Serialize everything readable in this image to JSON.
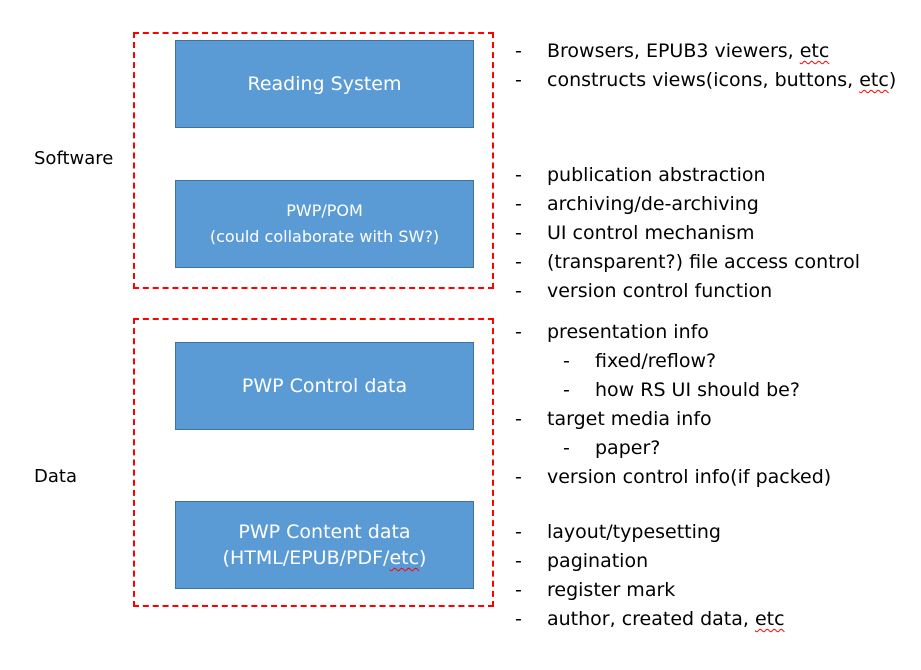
{
  "groups": {
    "software": {
      "label": "Software",
      "blocks": [
        {
          "lines": [
            "Reading System"
          ]
        },
        {
          "lines": [
            "PWP/POM",
            "(could collaborate with SW?)"
          ]
        }
      ]
    },
    "data": {
      "label": "Data",
      "blocks": [
        {
          "lines": [
            "PWP Control data"
          ]
        },
        {
          "lines": [
            "PWP Content data",
            "(HTML/EPUB/PDF/",
            "etc",
            ")"
          ]
        }
      ]
    }
  },
  "notes": {
    "reading_system": [
      {
        "dash": "-",
        "text": "Browsers, EPUB3 viewers, ",
        "flag": "etc",
        "tail": ""
      },
      {
        "dash": "-",
        "text": "constructs views(icons, buttons, ",
        "flag": "etc",
        "tail": ")"
      }
    ],
    "pwp_pom": [
      {
        "dash": "-",
        "text": "publication abstraction"
      },
      {
        "dash": "-",
        "text": "archiving/de-archiving"
      },
      {
        "dash": "-",
        "text": "UI control mechanism"
      },
      {
        "dash": "-",
        "text": "(transparent?) file access control"
      },
      {
        "dash": "-",
        "text": "version control function"
      }
    ],
    "control_data": [
      {
        "dash": "-",
        "text": "presentation info",
        "level": 0
      },
      {
        "dash": "-",
        "text": "fixed/reflow?",
        "level": 1
      },
      {
        "dash": "-",
        "text": "how RS UI should be?",
        "level": 1
      },
      {
        "dash": "-",
        "text": "target media info",
        "level": 0
      },
      {
        "dash": "-",
        "text": "paper?",
        "level": 1
      },
      {
        "dash": "-",
        "text": "version control info(if packed)",
        "level": 0
      }
    ],
    "content_data": [
      {
        "dash": "-",
        "text": "layout/typesetting"
      },
      {
        "dash": "-",
        "text": "pagination"
      },
      {
        "dash": "-",
        "text": "register mark"
      },
      {
        "dash": "-",
        "text": "author, created data, ",
        "flag": "etc",
        "tail": ""
      }
    ]
  },
  "colors": {
    "block_fill": "#5b9bd5",
    "block_border": "#41719c",
    "group_border": "#ff0000",
    "spellcheck": "#ff0000"
  }
}
